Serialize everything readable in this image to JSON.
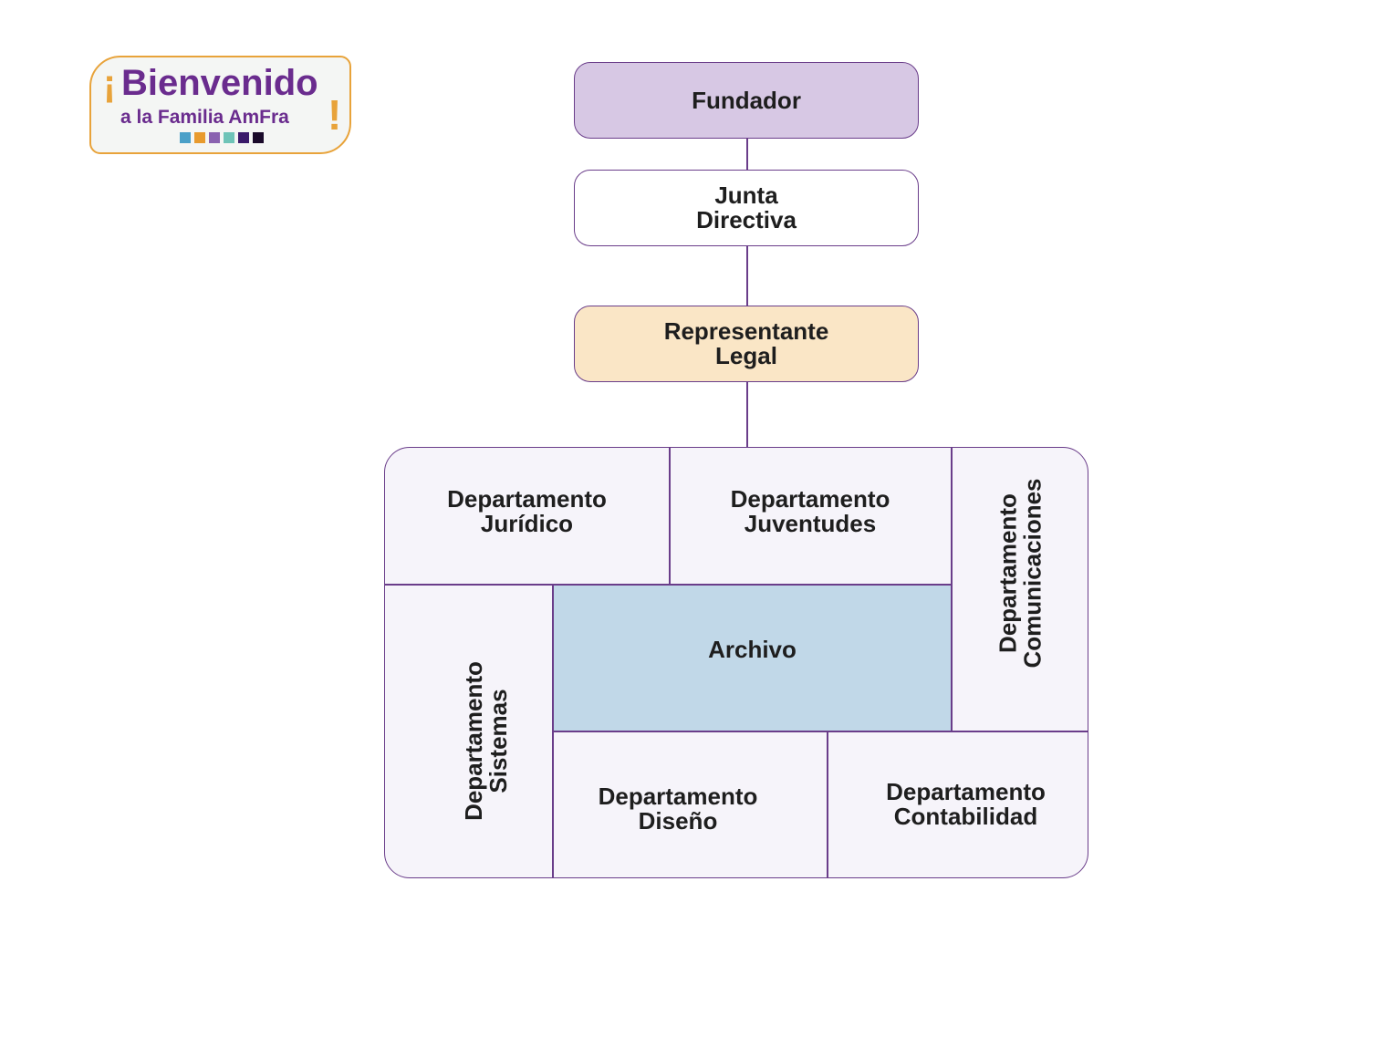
{
  "badge": {
    "open_mark": "¡",
    "line1": "Bienvenido",
    "line2": "a la Familia AmFra",
    "close_mark": "!",
    "squares": [
      "#4aa0c8",
      "#e89b2e",
      "#8a63b0",
      "#6ec4b8",
      "#3a1a6a",
      "#1a0a2a"
    ]
  },
  "chain": {
    "fundador": "Fundador",
    "junta": "Junta\nDirectiva",
    "representante": "Representante\nLegal"
  },
  "departments": {
    "juridico": "Departamento\nJurídico",
    "juventudes": "Departamento\nJuventudes",
    "comunicaciones": "Departamento\nComunicaciones",
    "sistemas": "Departamento\nSistemas",
    "archivo": "Archivo",
    "diseno": "Departamento\nDiseño",
    "contabilidad": "Departamento\nContabilidad"
  },
  "colors": {
    "fundador_fill": "#d7c8e4",
    "representante_fill": "#fae6c6",
    "archivo_fill": "#c1d8e8",
    "grid_fill": "#f6f4fa",
    "stroke": "#6a3d8a"
  }
}
